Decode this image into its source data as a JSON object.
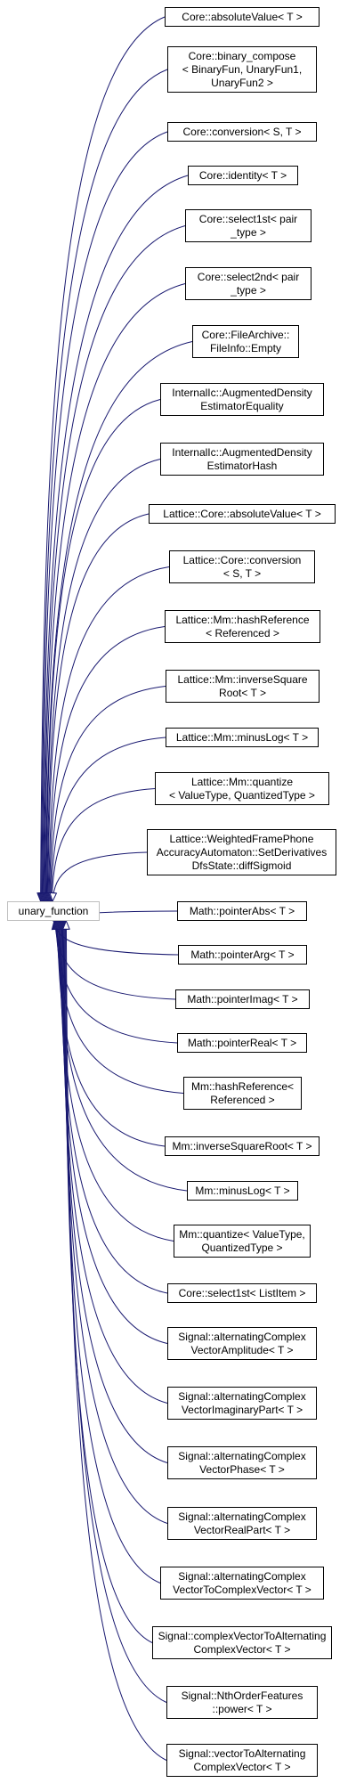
{
  "diagram": {
    "colors": {
      "edge": "#191970",
      "node_border": "#000000",
      "root_border": "#bfbfbf"
    },
    "root": {
      "label": "unary_function"
    },
    "classes": [
      {
        "id": "n0",
        "label": "Core::absoluteValue< T >"
      },
      {
        "id": "n1",
        "label": "Core::binary_compose\n< BinaryFun, UnaryFun1,\nUnaryFun2 >"
      },
      {
        "id": "n2",
        "label": "Core::conversion< S, T >"
      },
      {
        "id": "n3",
        "label": "Core::identity< T >"
      },
      {
        "id": "n4",
        "label": "Core::select1st< pair\n_type >"
      },
      {
        "id": "n5",
        "label": "Core::select2nd< pair\n_type >"
      },
      {
        "id": "n6",
        "label": "Core::FileArchive::\nFileInfo::Empty"
      },
      {
        "id": "n7",
        "label": "InternalIc::AugmentedDensity\nEstimatorEquality"
      },
      {
        "id": "n8",
        "label": "InternalIc::AugmentedDensity\nEstimatorHash"
      },
      {
        "id": "n9",
        "label": "Lattice::Core::absoluteValue< T >"
      },
      {
        "id": "n10",
        "label": "Lattice::Core::conversion\n< S, T >"
      },
      {
        "id": "n11",
        "label": "Lattice::Mm::hashReference\n< Referenced >"
      },
      {
        "id": "n12",
        "label": "Lattice::Mm::inverseSquare\nRoot< T >"
      },
      {
        "id": "n13",
        "label": "Lattice::Mm::minusLog< T >"
      },
      {
        "id": "n14",
        "label": "Lattice::Mm::quantize\n< ValueType, QuantizedType >"
      },
      {
        "id": "n15",
        "label": "Lattice::WeightedFramePhone\nAccuracyAutomaton::SetDerivatives\nDfsState::diffSigmoid"
      },
      {
        "id": "n16",
        "label": "Math::pointerAbs< T >"
      },
      {
        "id": "n17",
        "label": "Math::pointerArg< T >"
      },
      {
        "id": "n18",
        "label": "Math::pointerImag< T >"
      },
      {
        "id": "n19",
        "label": "Math::pointerReal< T >"
      },
      {
        "id": "n20",
        "label": "Mm::hashReference<\nReferenced >"
      },
      {
        "id": "n21",
        "label": "Mm::inverseSquareRoot< T >"
      },
      {
        "id": "n22",
        "label": "Mm::minusLog< T >"
      },
      {
        "id": "n23",
        "label": "Mm::quantize< ValueType,\nQuantizedType >"
      },
      {
        "id": "n24",
        "label": "Core::select1st< ListItem >"
      },
      {
        "id": "n25",
        "label": "Signal::alternatingComplex\nVectorAmplitude< T >"
      },
      {
        "id": "n26",
        "label": "Signal::alternatingComplex\nVectorImaginaryPart< T >"
      },
      {
        "id": "n27",
        "label": "Signal::alternatingComplex\nVectorPhase< T >"
      },
      {
        "id": "n28",
        "label": "Signal::alternatingComplex\nVectorRealPart< T >"
      },
      {
        "id": "n29",
        "label": "Signal::alternatingComplex\nVectorToComplexVector< T >"
      },
      {
        "id": "n30",
        "label": "Signal::complexVectorToAlternating\nComplexVector< T >"
      },
      {
        "id": "n31",
        "label": "Signal::NthOrderFeatures\n::power< T >"
      },
      {
        "id": "n32",
        "label": "Signal::vectorToAlternating\nComplexVector< T >"
      }
    ]
  }
}
